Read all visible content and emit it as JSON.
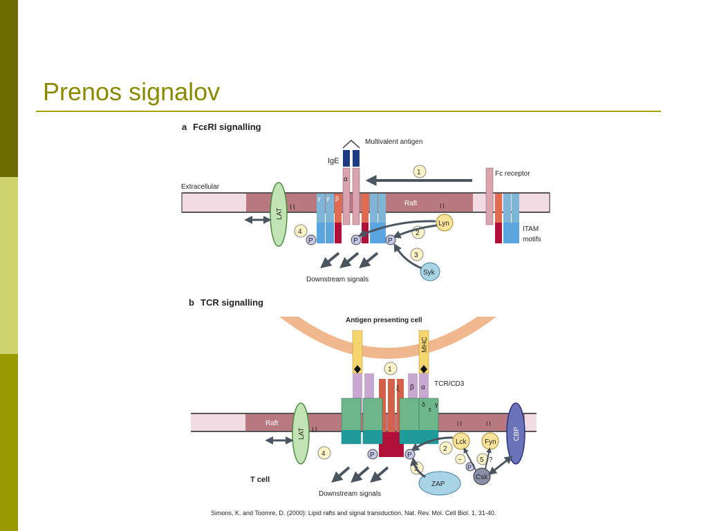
{
  "slide": {
    "title": "Prenos signalov",
    "citation": "Simons, K. and Toomre, D. (2000): Lipid rafts and signal transduction. Nat. Rev. Mol. Cell Biol. 1, 31-40."
  },
  "panel_a": {
    "letter": "a",
    "title": "FcεRI signalling",
    "multivalent_antigen": "Multivalent antigen",
    "ige": "IgE",
    "fc_receptor": "Fc receptor",
    "extracellular": "Extracellular",
    "raft": "Raft",
    "lat": "LAT",
    "lyn": "Lyn",
    "syk": "Syk",
    "itam": "ITAM",
    "motifs": "motifs",
    "alpha": "α",
    "beta": "β",
    "gamma": "γ",
    "phospho": "P",
    "downstream": "Downstream signals",
    "step1": "1",
    "step2": "2",
    "step3": "3",
    "step4": "4"
  },
  "panel_b": {
    "letter": "b",
    "title": "TCR signalling",
    "apc": "Antigen presenting cell",
    "mhc": "MHC",
    "tcr_cd3": "TCR/CD3",
    "raft": "Raft",
    "lat": "LAT",
    "lck": "Lck",
    "fyn": "Fyn",
    "cbp": "CBP",
    "zap": "ZAP",
    "csk": "Csk",
    "t_cell": "T cell",
    "zeta": "ξ",
    "beta": "β",
    "alpha": "α",
    "delta": "δ",
    "epsilon": "ε",
    "gamma": "γ",
    "phospho": "P",
    "minus": "−",
    "question": "?",
    "downstream": "Downstream signals",
    "step1": "1",
    "step2": "2",
    "step3": "3",
    "step4": "4",
    "step5": "5"
  },
  "colors": {
    "bar_top": "#6b6b00",
    "bar_mid": "#cfd36d",
    "bar_bottom": "#999900",
    "title": "#8a8a00",
    "membrane_raft": "#b87a80",
    "membrane_outer": "#f0dce2"
  }
}
